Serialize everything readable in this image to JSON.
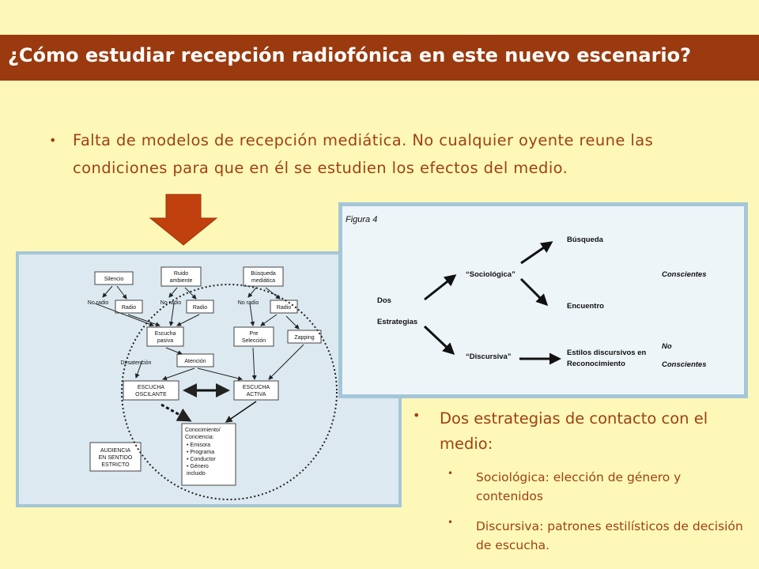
{
  "title": "¿Cómo estudiar recepción radiofónica en este nuevo escenario?",
  "bullet1": "Falta de modelos de recepción mediática. No cualquier oyente reune las condiciones para que en él se estudien los efectos del medio.",
  "bullet2": {
    "main": "Dos estrategias de contacto con el medio:",
    "sub": [
      "Sociológica: elección de género y contenidos",
      "Discursiva: patrones estilísticos de decisión de escucha."
    ]
  },
  "left_diagram": {
    "silencio": "Silencio",
    "ruido": [
      "Ruido",
      "ambiente"
    ],
    "busqueda": [
      "Búsqueda",
      "mediática"
    ],
    "no_radio": "No radio",
    "radio": "Radio",
    "escucha_pasiva": [
      "Escucha",
      "pasiva"
    ],
    "pre_seleccion": [
      "Pre",
      "Selección"
    ],
    "zapping": "Zapping",
    "desatencion": "Desatención",
    "atencion": "Atención",
    "escucha_oscilante": [
      "ESCUCHA",
      "OSCILANTE"
    ],
    "escucha_activa": [
      "ESCUCHA",
      "ACTIVA"
    ],
    "conocimiento": [
      "Conocimiento/",
      "Conciencia:",
      "• Emisora",
      "• Programa",
      "• Conductor",
      "• Género",
      "  incluido"
    ],
    "audiencia": [
      "AUDIENCIA",
      "EN SENTIDO",
      "ESTRICTO"
    ]
  },
  "right_diagram": {
    "figura": "Figura 4",
    "dos": "Dos",
    "estrategias": "Estrategias",
    "sociologica": "“Sociológica”",
    "discursiva": "“Discursiva”",
    "busqueda": "Búsqueda",
    "encuentro": "Encuentro",
    "estilos": [
      "Estilos discursivos en",
      "Reconocimiento"
    ],
    "conscientes": "Conscientes",
    "no": "No",
    "no_conscientes": "Conscientes"
  }
}
